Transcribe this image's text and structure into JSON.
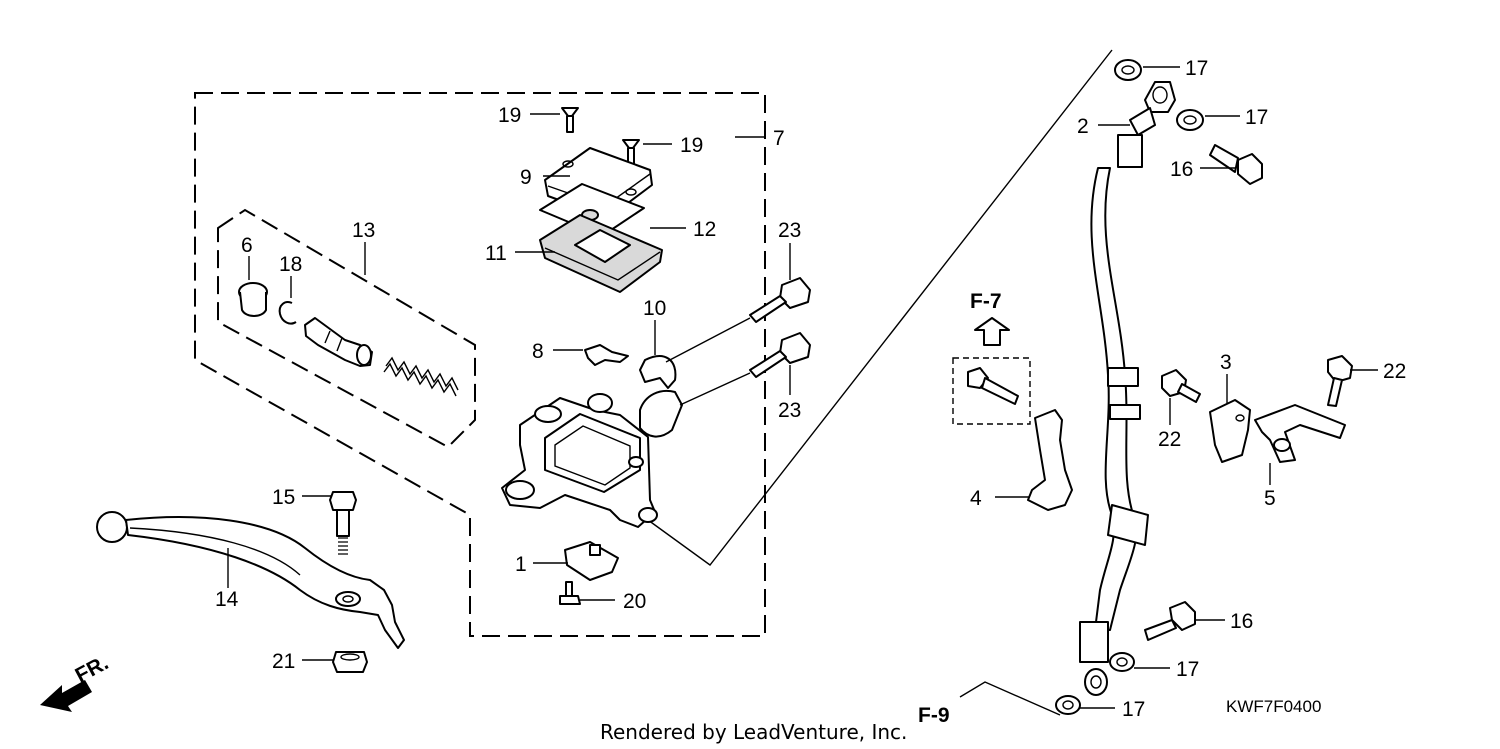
{
  "diagram": {
    "labels": {
      "p1": "1",
      "p2": "2",
      "p3": "3",
      "p4": "4",
      "p5": "5",
      "p6": "6",
      "p7": "7",
      "p8": "8",
      "p9": "9",
      "p10": "10",
      "p11": "11",
      "p12": "12",
      "p13": "13",
      "p14": "14",
      "p15": "15",
      "p16a": "16",
      "p16b": "16",
      "p17a": "17",
      "p17b": "17",
      "p17c": "17",
      "p17d": "17",
      "p18": "18",
      "p19a": "19",
      "p19b": "19",
      "p20": "20",
      "p21": "21",
      "p22a": "22",
      "p22b": "22",
      "p23a": "23",
      "p23b": "23"
    },
    "refs": {
      "f7": "F-7",
      "f9": "F-9",
      "fr": "FR."
    },
    "drawing_code": "KWF7F0400",
    "credit": "Rendered by LeadVenture, Inc."
  }
}
